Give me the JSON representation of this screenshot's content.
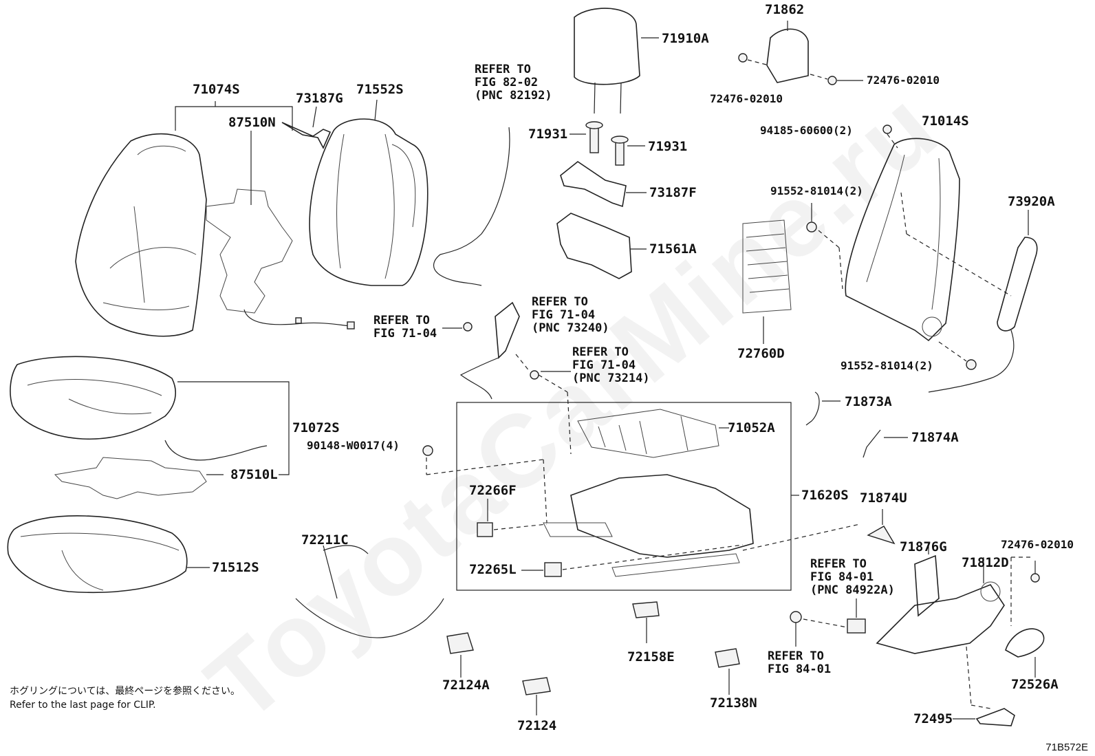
{
  "watermark": "ToyotaCarMine.ru",
  "figure_code": "71B572E",
  "notes": {
    "japanese": "ホグリングについては、最終ページを参照ください。",
    "english": "Refer to the last page for CLIP."
  },
  "parts": {
    "p71074S": "71074S",
    "p87510N": "87510N",
    "p73187G": "73187G",
    "p71552S": "71552S",
    "p71910A": "71910A",
    "p71862": "71862",
    "p72476_left": "72476-02010",
    "p72476_right": "72476-02010",
    "p72476_lower": "72476-02010",
    "p71931_a": "71931",
    "p71931_b": "71931",
    "p73187F": "73187F",
    "p71561A": "71561A",
    "p94185": "94185-60600(2)",
    "p71014S": "71014S",
    "p91552_top": "91552-81014(2)",
    "p91552_bottom": "91552-81014(2)",
    "p73920A": "73920A",
    "p72760D": "72760D",
    "p71072S": "71072S",
    "p87510L": "87510L",
    "p90148": "90148-W0017(4)",
    "p71052A": "71052A",
    "p71620S": "71620S",
    "p72266F": "72266F",
    "p72265L": "72265L",
    "p71512S": "71512S",
    "p72211C": "72211C",
    "p71873A": "71873A",
    "p71874A": "71874A",
    "p71874U": "71874U",
    "p71876G": "71876G",
    "p71812D": "71812D",
    "p72158E": "72158E",
    "p72124A": "72124A",
    "p72124": "72124",
    "p72138N": "72138N",
    "p72526A": "72526A",
    "p72495": "72495"
  },
  "refs": {
    "ref_82_02": "REFER TO\nFIG 82-02\n(PNC 82192)",
    "ref_71_04_pnc73240": "REFER TO\nFIG 71-04\n(PNC 73240)",
    "ref_71_04": "REFER TO\nFIG 71-04",
    "ref_71_04_pnc73214": "REFER TO\nFIG 71-04\n(PNC 73214)",
    "ref_84_01_pnc": "REFER TO\nFIG 84-01\n(PNC 84922A)",
    "ref_84_01": "REFER TO\nFIG 84-01"
  }
}
